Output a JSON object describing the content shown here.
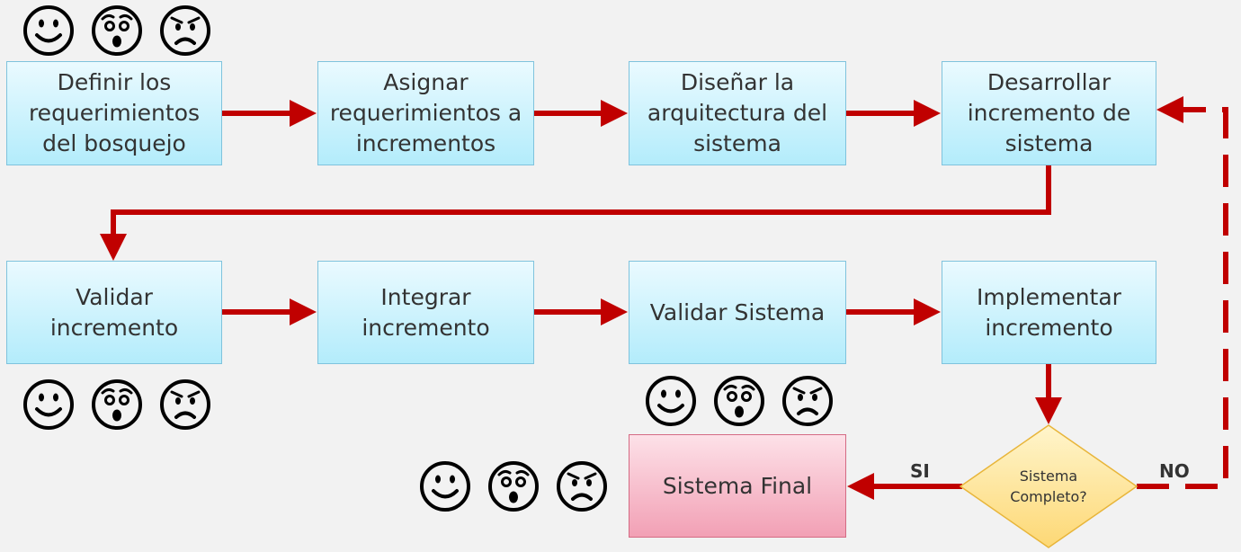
{
  "steps": {
    "definir": "Definir los requerimientos del bosquejo",
    "asignar": "Asignar requerimientos a incrementos",
    "disenar": "Diseñar la arquitectura del sistema",
    "desarrollar": "Desarrollar incremento de sistema",
    "validar_incremento": "Validar incremento",
    "integrar": "Integrar incremento",
    "validar_sistema": "Validar Sistema",
    "implementar": "Implementar incremento"
  },
  "decision": "Sistema Completo?",
  "branches": {
    "yes": "SI",
    "no": "NO"
  },
  "final": "Sistema Final",
  "face_icons": [
    "smiling-face-icon",
    "astonished-face-icon",
    "frowning-face-icon"
  ],
  "colors": {
    "arrow": "#c00000",
    "process_fill": "#b3ecfb",
    "final_fill": "#f2a0b5",
    "decision_fill": "#fdd875"
  }
}
